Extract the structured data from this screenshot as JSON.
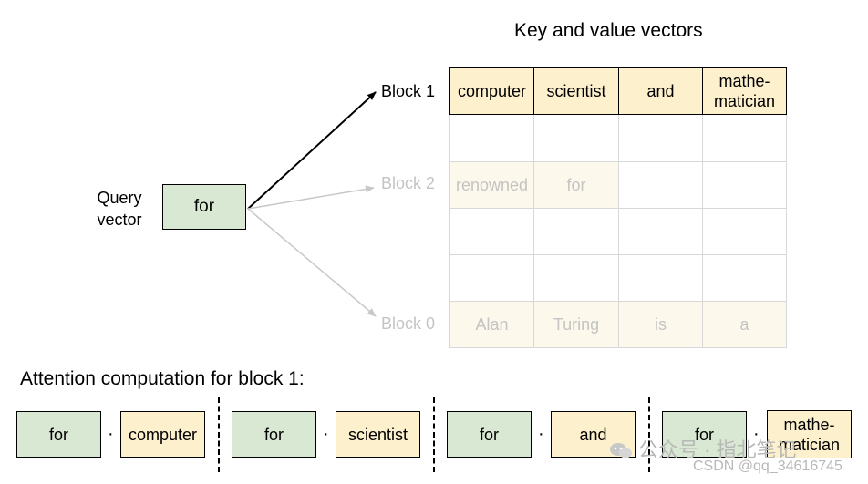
{
  "title": "Key and value vectors",
  "query": {
    "label_line1": "Query",
    "label_line2": "vector",
    "token": "for"
  },
  "blocks": {
    "block1": {
      "label": "Block 1",
      "tokens": [
        "computer",
        "scientist",
        "and",
        "mathe-\nmatician"
      ]
    },
    "block2": {
      "label": "Block 2",
      "tokens": [
        "renowned",
        "for",
        "",
        ""
      ]
    },
    "block0": {
      "label": "Block 0",
      "tokens": [
        "Alan",
        "Turing",
        "is",
        "a"
      ]
    }
  },
  "bottom": {
    "title": "Attention computation for block 1:",
    "pairs": [
      {
        "query": "for",
        "op": "·",
        "key": "computer"
      },
      {
        "query": "for",
        "op": "·",
        "key": "scientist"
      },
      {
        "query": "for",
        "op": "·",
        "key": "and"
      },
      {
        "query": "for",
        "op": "·",
        "key": "mathe-\nmatician"
      }
    ]
  },
  "watermark": {
    "line1": "公众号 · 指北笔记",
    "line2": "CSDN @qq_34616745"
  },
  "colors": {
    "green": "#d9e8d3",
    "yellow": "#fdf0cc",
    "yellow_faded": "#fdf8ec",
    "grid_faded": "#d8d8d8",
    "text_faded": "#c4c4c4"
  }
}
